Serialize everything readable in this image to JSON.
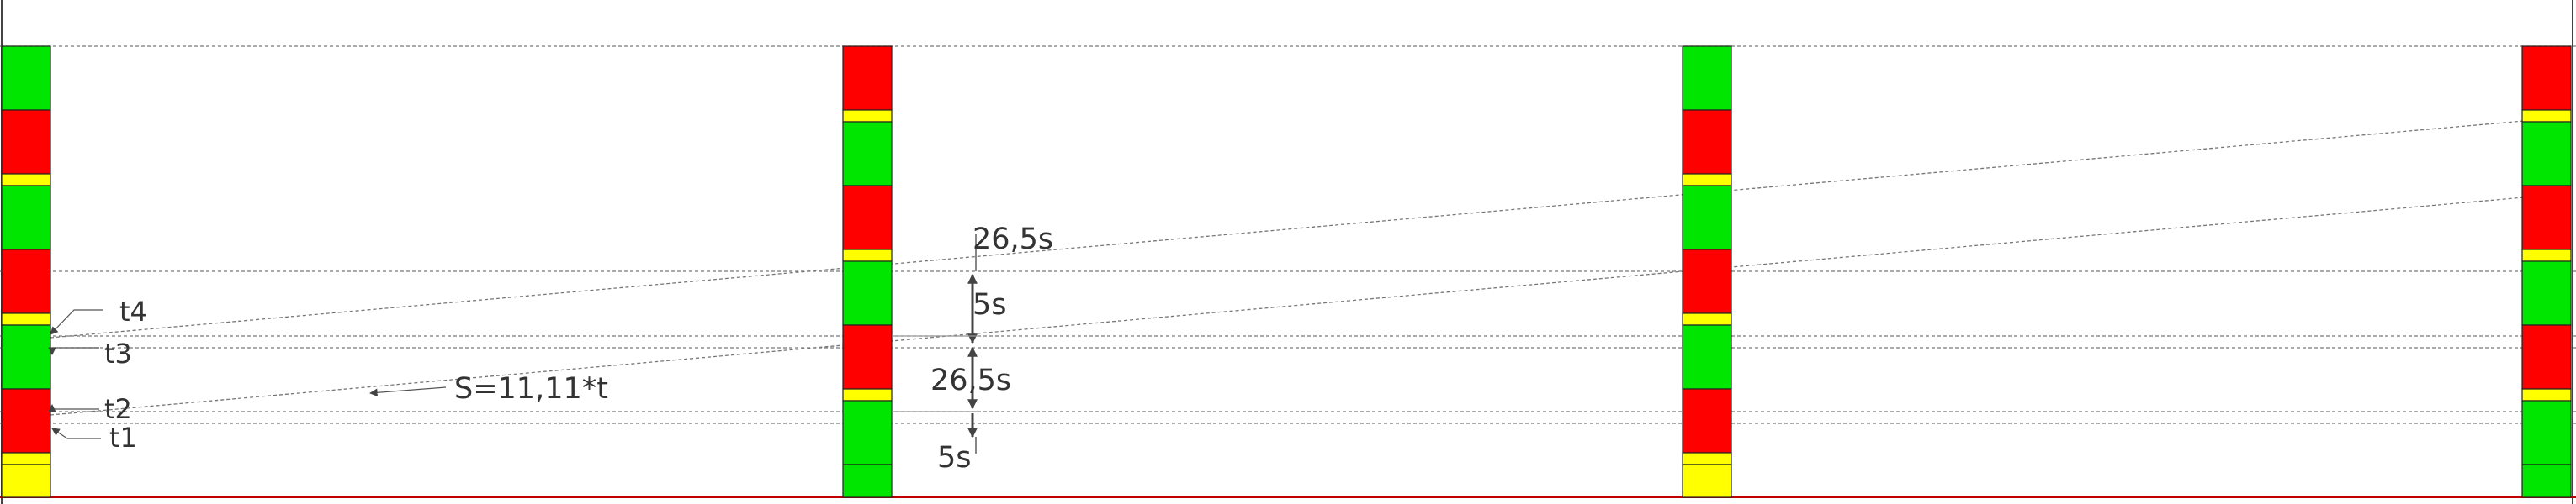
{
  "colors": {
    "red": "#ff0000",
    "green": "#00e600",
    "yellow": "#ffff00",
    "guide": "#666666",
    "text": "#333333",
    "baseline": "#c00000"
  },
  "signal_columns": [
    {
      "id": "col-1",
      "segments": [
        "green",
        "red",
        "yellow",
        "green",
        "red",
        "yellow",
        "green",
        "red",
        "yellow"
      ]
    },
    {
      "id": "col-2",
      "segments": [
        "red",
        "yellow",
        "green",
        "red",
        "yellow",
        "green",
        "red",
        "yellow",
        "green"
      ]
    },
    {
      "id": "col-3",
      "segments": [
        "green",
        "red",
        "yellow",
        "green",
        "red",
        "yellow",
        "green",
        "red",
        "yellow"
      ]
    },
    {
      "id": "col-4",
      "segments": [
        "red",
        "yellow",
        "green",
        "red",
        "yellow",
        "green",
        "red",
        "yellow",
        "green"
      ]
    }
  ],
  "labels": {
    "t1": "t1",
    "t2": "t2",
    "t3": "t3",
    "t4": "t4",
    "formula": "S=11,11*t",
    "dim_top": "26,5s",
    "dim_yellow_top": "5s",
    "dim_mid": "26,5s",
    "dim_bottom": "5s"
  }
}
